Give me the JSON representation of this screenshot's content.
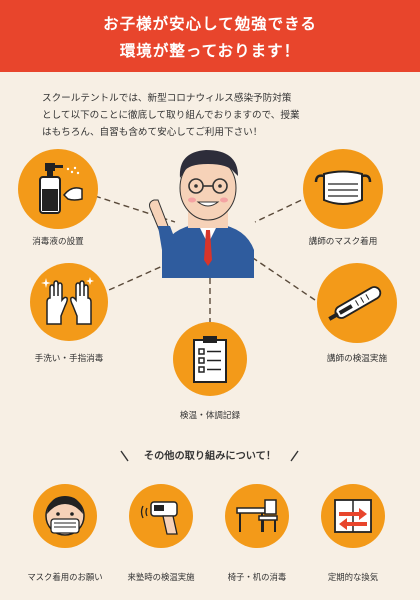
{
  "header": {
    "line1": "お子様が安心して勉強できる",
    "line2": "環境が整っております！"
  },
  "intro": {
    "line1": "スクールテントルでは、新型コロナウィルス感染予防対策",
    "line2": "として以下のことに徹底して取り組んでおりますので、授業",
    "line3": "はもちろん、自習も含めて安心してご利用下さい！"
  },
  "measures": [
    {
      "label": "消毒液の設置",
      "icon": "sanitizer-icon"
    },
    {
      "label": "講師のマスク着用",
      "icon": "mask-icon"
    },
    {
      "label": "手洗い・手指消毒",
      "icon": "hands-icon"
    },
    {
      "label": "講師の検温実施",
      "icon": "thermometer-icon"
    },
    {
      "label": "検温・体調記録",
      "icon": "clipboard-icon"
    }
  ],
  "section2": {
    "title": "その他の取り組みについて！"
  },
  "other_measures": [
    {
      "label": "マスク着用のお願い",
      "icon": "masked-face-icon"
    },
    {
      "label": "来塾時の検温実施",
      "icon": "thermometer-gun-icon"
    },
    {
      "label": "椅子・机の消毒",
      "icon": "desk-chair-icon"
    },
    {
      "label": "定期的な換気",
      "icon": "ventilation-icon"
    }
  ],
  "colors": {
    "header": "#e8452c",
    "accent": "#f39a19",
    "background": "#f7efe4"
  }
}
